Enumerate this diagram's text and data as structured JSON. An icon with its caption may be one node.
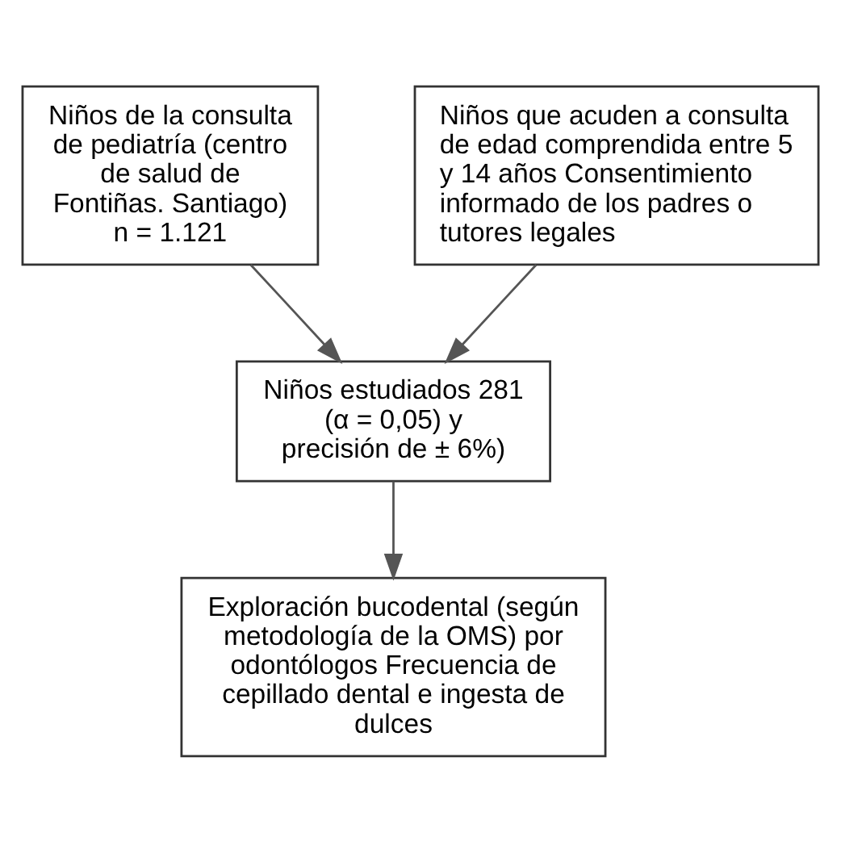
{
  "diagram": {
    "nodes": [
      {
        "text": [
          "Niños de la consulta de pediatría (centro de salud de Fontiñas. Santiago) n = 1.121"
        ]
      },
      {
        "text": [
          "Niños que acuden a consulta de edad comprendida entre 5 y 14 años Consentimiento informado de los padres o tutores legales"
        ]
      },
      {
        "text": [
          "Niños estudiados 281 (α = 0,05) y precisión de ± 6%)"
        ]
      },
      {
        "text": [
          "Exploración bucodental (según metodología de la OMS) por odontólogos Frecuencia de cepillado dental e ingesta de dulces"
        ]
      }
    ],
    "edges": [
      {
        "from": 0,
        "to": 2,
        "arrow": "to"
      },
      {
        "from": 1,
        "to": 2,
        "arrow": "to"
      },
      {
        "from": 2,
        "to": 3,
        "arrow": "to"
      }
    ]
  }
}
